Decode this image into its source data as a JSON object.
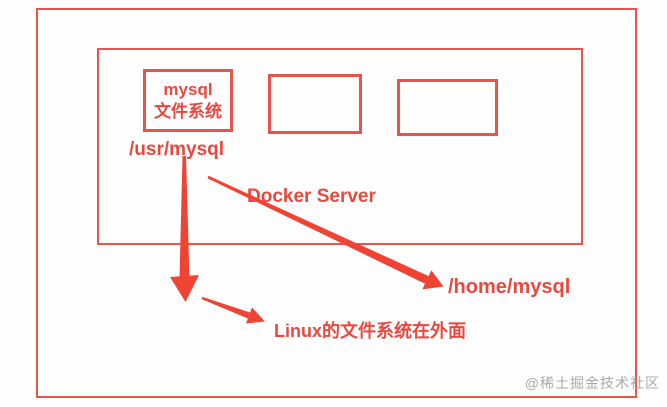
{
  "diagram": {
    "docker_server_label": "Docker Server",
    "mysql_box": {
      "line1": "mysql",
      "line2": "文件系统"
    },
    "labels": {
      "usr_mysql": "/usr/mysql",
      "home_mysql": "/home/mysql",
      "linux_note": "Linux的文件系统在外面"
    },
    "watermark": "@稀土掘金技术社区",
    "colors": {
      "line_red": "#e6544b",
      "text_red": "#e8493f",
      "arrow_red": "#ef4334",
      "watermark_gray": "#a9a9ab",
      "background": "#ffffff"
    }
  }
}
